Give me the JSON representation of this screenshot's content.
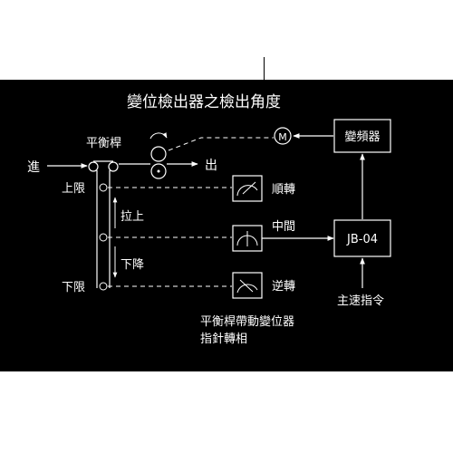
{
  "title": "變位檢出器之檢出角度",
  "labels": {
    "inlet": "進",
    "outlet": "出",
    "dancer": "平衡桿",
    "upper_limit": "上限",
    "lower_limit": "下限",
    "pull_up": "拉上",
    "drop_down": "下降",
    "forward": "順轉",
    "middle": "中間",
    "reverse": "逆轉",
    "inverter": "變頻器",
    "controller": "JB-04",
    "main_speed": "主速指令",
    "motor": "M",
    "caption_line1": "平衡桿帶動變位器",
    "caption_line2": "指針轉相"
  },
  "colors": {
    "background": "#000000",
    "line": "#ffffff",
    "page": "#ffffff"
  }
}
